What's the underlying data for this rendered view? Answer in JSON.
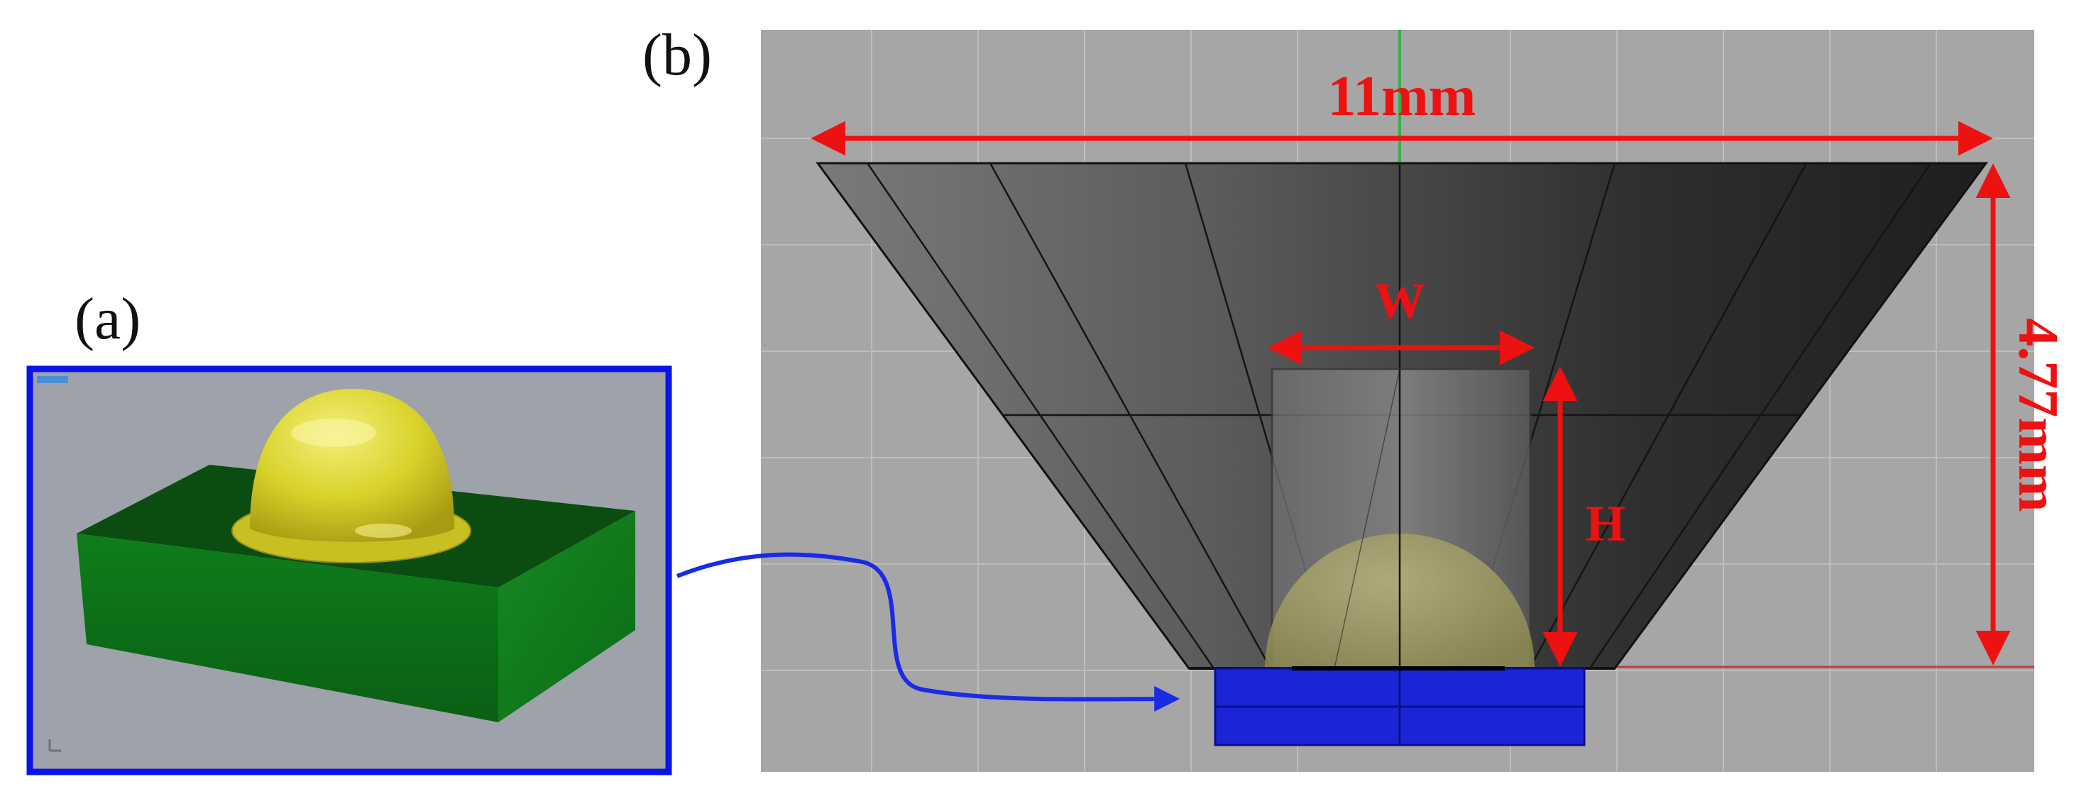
{
  "panels": {
    "a": {
      "label": "(a)"
    },
    "b": {
      "label": "(b)"
    }
  },
  "dimensions": {
    "width_total": "11mm",
    "height_total": "4.77mm",
    "inner_width": "W",
    "inner_height": "H"
  },
  "colors": {
    "dimension": "#ee1111",
    "panel_b_background": "#a6a6a6",
    "panel_b_grid": "#bdbdbd",
    "panel_a_background": "#9ea3ab",
    "panel_a_frame": "#0a14e6",
    "led_base": "#0f7a1a",
    "led_dome": "#d6d42a",
    "base_blue": "#1b24d6",
    "connector": "#1a2be6",
    "reflector": "#4a4a4a",
    "axis_green": "#37b04a",
    "axis_red": "#c43a3a"
  },
  "icons": {
    "connector": "curved-arrow-icon",
    "dimension": "double-arrow-icon"
  }
}
